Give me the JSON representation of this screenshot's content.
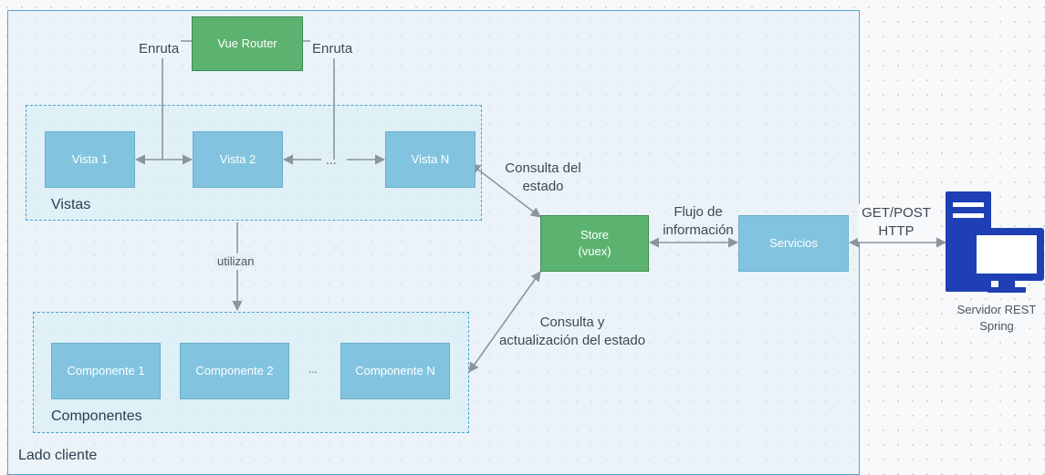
{
  "colors": {
    "blue_box": "#82c4df",
    "green_box": "#5cb36f",
    "connector": "#8c959c",
    "server_icon": "#1f3fb5"
  },
  "router": {
    "label": "Vue Router",
    "left_edge_label": "Enruta",
    "right_edge_label": "Enruta"
  },
  "views": {
    "group_label": "Vistas",
    "items": [
      "Vista 1",
      "Vista 2",
      "Vista N"
    ],
    "ellipsis": "..."
  },
  "uses_label": "utilizan",
  "components": {
    "group_label": "Componentes",
    "items": [
      "Componente 1",
      "Componente 2",
      "Componente N"
    ],
    "ellipsis": "..."
  },
  "store": {
    "line1": "Store",
    "line2": "(vuex)"
  },
  "services": {
    "label": "Servicios"
  },
  "edges": {
    "query_state_line1": "Consulta del",
    "query_state_line2": "estado",
    "query_update_line1": "Consulta y",
    "query_update_line2": "actualización del estado",
    "info_flow_line1": "Flujo de",
    "info_flow_line2": "información",
    "http_line1": "GET/POST",
    "http_line2": "HTTP"
  },
  "server": {
    "icon": "server-computer-icon",
    "line1": "Servidor REST",
    "line2": "Spring"
  },
  "client_area_label": "Lado cliente"
}
